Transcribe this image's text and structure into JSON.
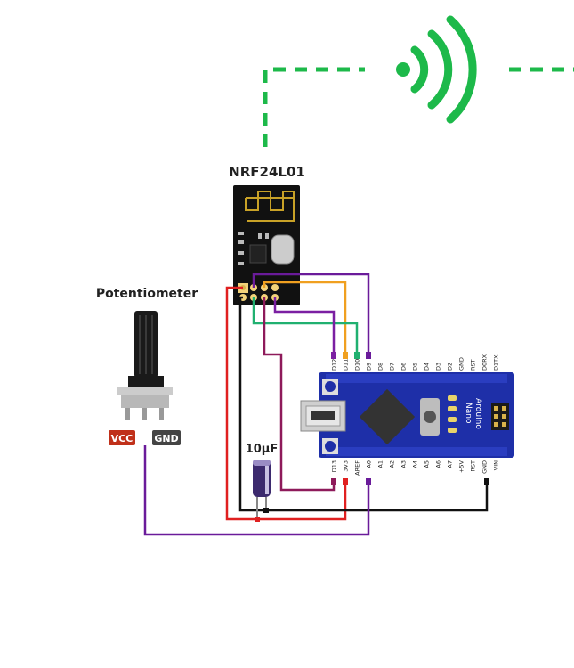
{
  "labels": {
    "radio_module": "NRF24L01",
    "potentiometer": "Potentiometer",
    "capacitor": "10µF",
    "arduino_line1": "Arduino",
    "arduino_line2": "Nano"
  },
  "potentiometer_pins": {
    "vcc": "VCC",
    "gnd": "GND"
  },
  "arduino_top_pins": [
    "D12",
    "D11",
    "D10",
    "D9",
    "D8",
    "D7",
    "D6",
    "D5",
    "D4",
    "D3",
    "D2",
    "GND",
    "RST",
    "D0RX",
    "D1TX"
  ],
  "arduino_bottom_pins": [
    "D13",
    "3V3",
    "AREF",
    "A0",
    "A1",
    "A2",
    "A3",
    "A4",
    "A5",
    "A6",
    "A7",
    "+5V",
    "RST",
    "GND",
    "VIN"
  ],
  "colors": {
    "wireless": "#1db94a",
    "wire_red": "#e02020",
    "wire_black": "#111111",
    "wire_purple": "#6a1b9a",
    "wire_orange": "#f0a020",
    "wire_green": "#20b070",
    "wire_magenta": "#8e1a5a",
    "board_blue": "#1e2fa8",
    "vcc_badge": "#c0301a",
    "gnd_badge": "#444444"
  },
  "icons": {
    "wireless": "wifi-signal-icon"
  }
}
